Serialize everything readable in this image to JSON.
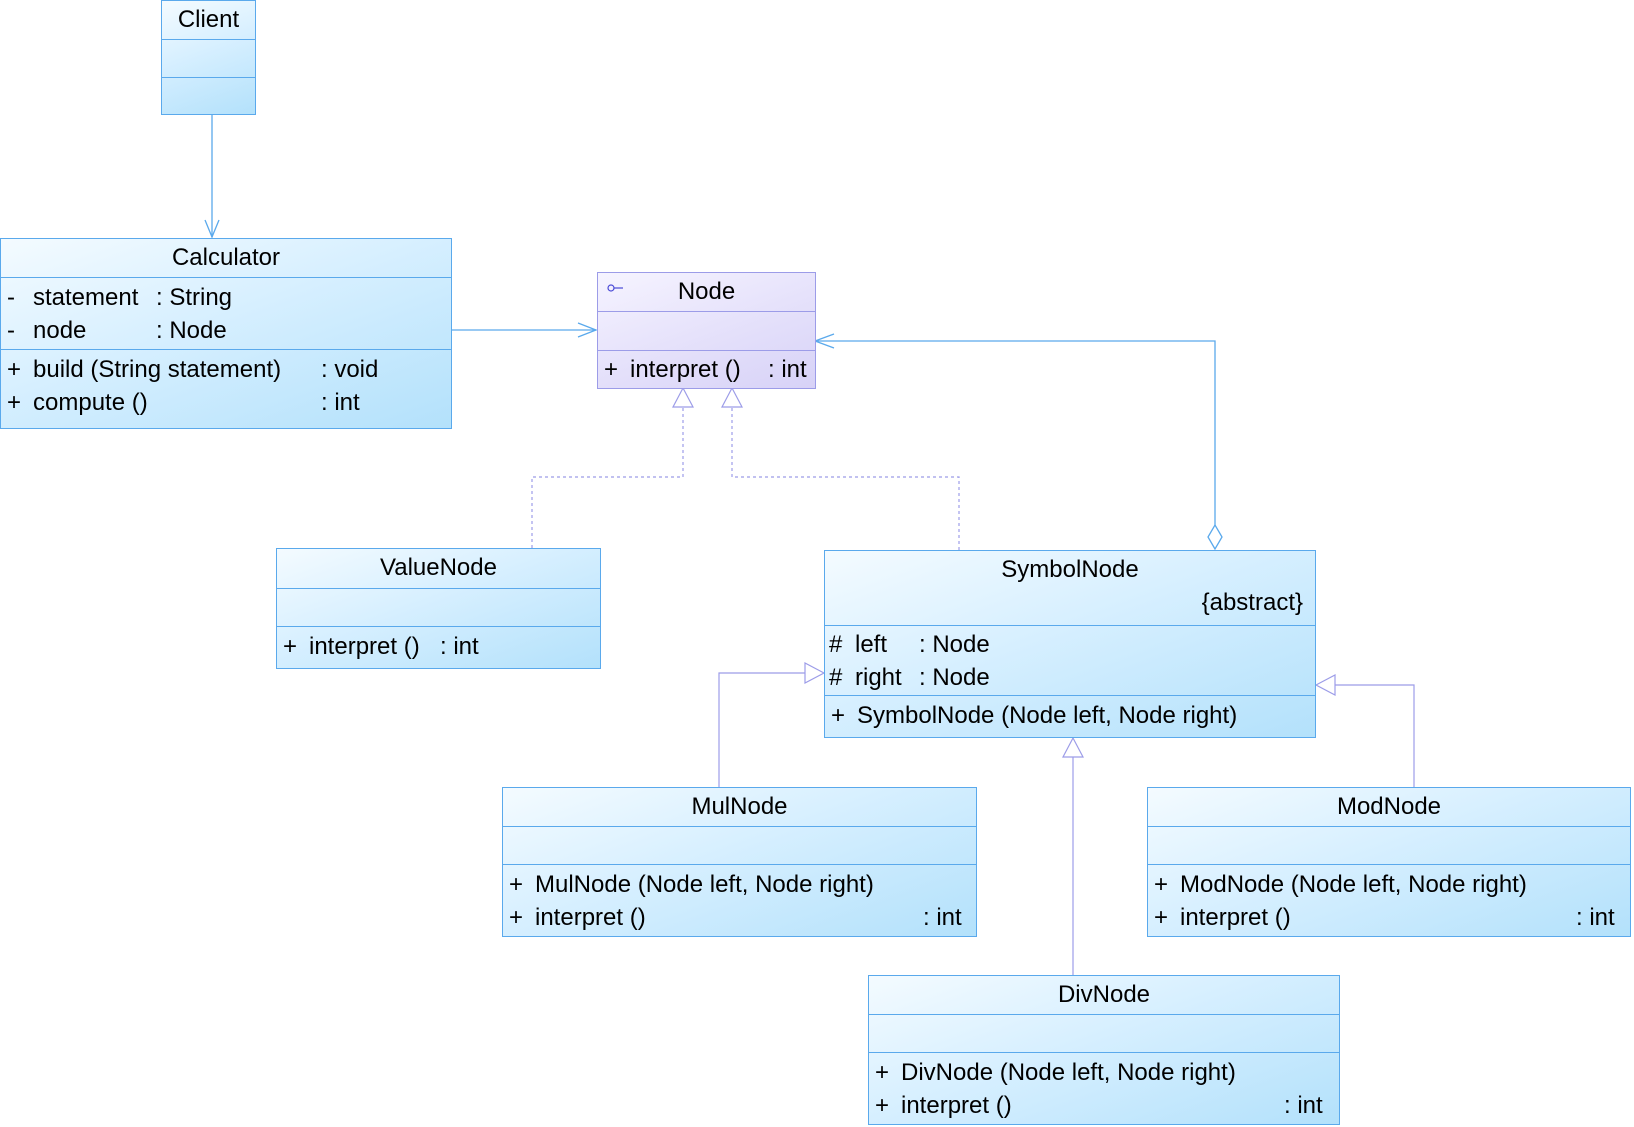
{
  "diagram": {
    "type": "UML class diagram",
    "classes": {
      "client": {
        "name": "Client",
        "attributes": [],
        "methods": []
      },
      "calculator": {
        "name": "Calculator",
        "attributes": [
          {
            "vis": "-",
            "name": "statement",
            "type": ": String"
          },
          {
            "vis": "-",
            "name": "node",
            "type": ": Node"
          }
        ],
        "methods": [
          {
            "vis": "+",
            "name": "build (String statement)",
            "type": ": void"
          },
          {
            "vis": "+",
            "name": "compute ()",
            "type": ": int"
          }
        ]
      },
      "node": {
        "name": "Node",
        "stereotype_icon": "interface-lollipop-icon",
        "attributes": [],
        "methods": [
          {
            "vis": "+",
            "name": "interpret ()",
            "type": ": int"
          }
        ]
      },
      "valuenode": {
        "name": "ValueNode",
        "attributes": [],
        "methods": [
          {
            "vis": "+",
            "name": "interpret ()",
            "type": ": int"
          }
        ]
      },
      "symbolnode": {
        "name": "SymbolNode",
        "modifier": "{abstract}",
        "attributes": [
          {
            "vis": "#",
            "name": "left",
            "type": ": Node"
          },
          {
            "vis": "#",
            "name": "right",
            "type": ": Node"
          }
        ],
        "methods": [
          {
            "vis": "+",
            "name": "SymbolNode (Node left, Node right)",
            "type": ""
          }
        ]
      },
      "mulnode": {
        "name": "MulNode",
        "attributes": [],
        "methods": [
          {
            "vis": "+",
            "name": "MulNode (Node left, Node right)",
            "type": ""
          },
          {
            "vis": "+",
            "name": "interpret ()",
            "type": ": int"
          }
        ]
      },
      "modnode": {
        "name": "ModNode",
        "attributes": [],
        "methods": [
          {
            "vis": "+",
            "name": "ModNode (Node left, Node right)",
            "type": ""
          },
          {
            "vis": "+",
            "name": "interpret ()",
            "type": ": int"
          }
        ]
      },
      "divnode": {
        "name": "DivNode",
        "attributes": [],
        "methods": [
          {
            "vis": "+",
            "name": "DivNode (Node left, Node right)",
            "type": ""
          },
          {
            "vis": "+",
            "name": "interpret ()",
            "type": ": int"
          }
        ]
      }
    },
    "relations": [
      {
        "from": "Client",
        "to": "Calculator",
        "kind": "association"
      },
      {
        "from": "Calculator",
        "to": "Node",
        "kind": "association"
      },
      {
        "from": "ValueNode",
        "to": "Node",
        "kind": "realization"
      },
      {
        "from": "SymbolNode",
        "to": "Node",
        "kind": "realization"
      },
      {
        "from": "SymbolNode",
        "to": "Node",
        "kind": "aggregation"
      },
      {
        "from": "MulNode",
        "to": "SymbolNode",
        "kind": "generalization"
      },
      {
        "from": "DivNode",
        "to": "SymbolNode",
        "kind": "generalization"
      },
      {
        "from": "ModNode",
        "to": "SymbolNode",
        "kind": "generalization"
      }
    ],
    "colors": {
      "class_border": "#5aa9ec",
      "interface_border": "#9c9ce8",
      "association_line": "#5aa9ec",
      "inheritance_line": "#9c9ce8"
    }
  }
}
